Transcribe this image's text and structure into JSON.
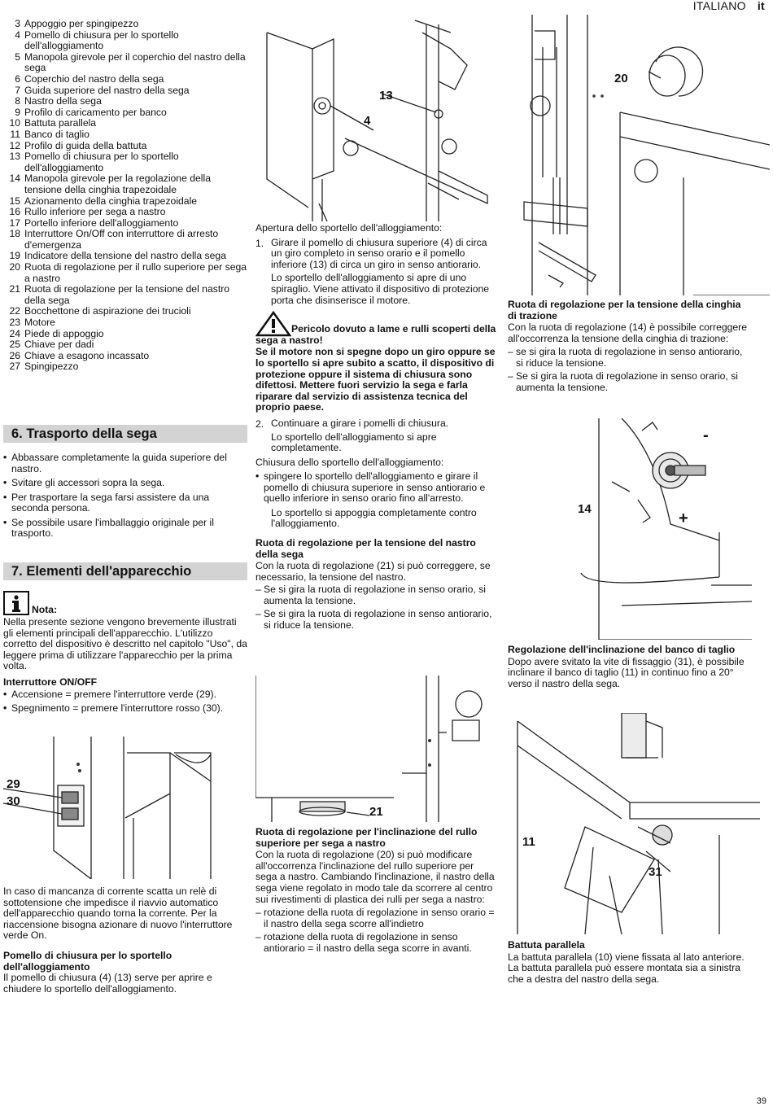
{
  "header": {
    "language": "ITALIANO",
    "code": "it"
  },
  "page_number": "39",
  "parts": [
    {
      "n": "3",
      "t": "Appoggio per spingipezzo"
    },
    {
      "n": "4",
      "t": "Pomello di chiusura per lo sportello dell'alloggiamento"
    },
    {
      "n": "5",
      "t": "Manopola girevole per il coperchio del nastro della sega"
    },
    {
      "n": "6",
      "t": "Coperchio del nastro della sega"
    },
    {
      "n": "7",
      "t": "Guida superiore del nastro della sega"
    },
    {
      "n": "8",
      "t": "Nastro della sega"
    },
    {
      "n": "9",
      "t": "Profilo di caricamento per banco"
    },
    {
      "n": "10",
      "t": "Battuta parallela"
    },
    {
      "n": "11",
      "t": "Banco di taglio"
    },
    {
      "n": "12",
      "t": "Profilo di guida della battuta"
    },
    {
      "n": "13",
      "t": "Pomello di chiusura per lo sportello dell'alloggiamento"
    },
    {
      "n": "14",
      "t": "Manopola girevole per la regolazione della tensione della cinghia trapezoidale"
    },
    {
      "n": "15",
      "t": "Azionamento della cinghia trapezoidale"
    },
    {
      "n": "16",
      "t": "Rullo inferiore per sega a nastro"
    },
    {
      "n": "17",
      "t": "Portello inferiore dell'alloggiamento"
    },
    {
      "n": "18",
      "t": "Interruttore On/Off con interruttore di arresto d'emergenza"
    },
    {
      "n": "19",
      "t": "Indicatore della tensione del nastro della sega"
    },
    {
      "n": "20",
      "t": "Ruota di regolazione per il rullo superiore per sega a nastro"
    },
    {
      "n": "21",
      "t": "Ruota di regolazione per la tensione del nastro della sega"
    },
    {
      "n": "22",
      "t": "Bocchettone di aspirazione dei trucioli"
    },
    {
      "n": "23",
      "t": "Motore"
    },
    {
      "n": "24",
      "t": "Piede di appoggio"
    },
    {
      "n": "25",
      "t": "Chiave per dadi"
    },
    {
      "n": "26",
      "t": "Chiave a esagono incassato"
    },
    {
      "n": "27",
      "t": "Spingipezzo"
    }
  ],
  "sec6": {
    "title": "6.  Trasporto della sega",
    "bullets": [
      "Abbassare completamente la guida superiore del nastro.",
      "Svitare gli accessori sopra la sega.",
      "Per trasportare la sega farsi assistere da una seconda persona.",
      "Se possibile usare l'imballaggio originale per il trasporto."
    ]
  },
  "sec7": {
    "title": "7.  Elementi dell'apparecchio",
    "note_label": "Nota:",
    "note_text": "Nella presente sezione vengono brevemente illustrati gli elementi principali dell'apparecchio. L'utilizzo corretto del dispositivo è descritto nel capitolo \"Uso\", da leggere prima di utilizzare l'apparecchio per la prima volta.",
    "switch_heading": "Interruttore ON/OFF",
    "switch_on": "Accensione = premere l'interruttore verde (29).",
    "switch_off": "Spegnimento = premere l'interruttore rosso (30)."
  },
  "col1_bottom": {
    "power_text": "In caso di mancanza di corrente scatta un relè di sottotensione che impedisce il riavvio automatico dell'apparecchio quando torna la corrente. Per la riaccensione bisogna azionare di nuovo l'interruttore verde On.",
    "knob_heading": "Pomello di chiusura per lo sportello dell'alloggiamento",
    "knob_text": "Il pomello di chiusura (4) (13) serve per aprire e chiudere lo sportello dell'alloggiamento."
  },
  "col2": {
    "open_heading": "Apertura dello sportello dell'alloggiamento:",
    "step1_num": "1.",
    "step1": "Girare il pomello di chiusura superiore (4) di circa un giro completo in senso orario e il pomello inferiore (13) di circa un giro in senso antiorario.",
    "step1_result": "Lo sportello dell'alloggiamento si apre di uno spiraglio. Viene attivato il dispositivo di protezione porta che disinserisce il motore.",
    "warning_title": "Pericolo dovuto a lame e rulli scoperti della sega a nastro!",
    "warning_text": "Se il motore non si spegne dopo un giro oppure se lo sportello si apre subito a scatto, il dispositivo di protezione oppure il sistema di chiusura sono difettosi. Mettere fuori servizio la sega e farla riparare dal servizio di assistenza tecnica del proprio paese.",
    "step2_num": "2.",
    "step2": "Continuare a girare i pomelli di chiusura.",
    "step2_result": "Lo sportello dell'alloggiamento si apre completamente.",
    "close_heading": "Chiusura dello sportello dell'alloggiamento:",
    "close_bullet": "spingere lo sportello dell'alloggiamento e girare il pomello di chiusura superiore in senso antiorario e quello inferiore in senso orario fino all'arresto.",
    "close_result": "Lo sportello si appoggia completamente contro l'alloggiamento.",
    "tension_heading": "Ruota di regolazione per la tensione del nastro della sega",
    "tension_text": "Con la ruota di regolazione (21) si può correggere, se necessario, la tensione del nastro.",
    "tension_d1": "Se si gira la ruota di regolazione in senso orario, si aumenta la tensione.",
    "tension_d2": "Se si gira la ruota di regolazione in senso antiorario, si riduce la tensione.",
    "incline_heading": "Ruota di regolazione per l'inclinazione del rullo superiore per sega a nastro",
    "incline_text": "Con la ruota di regolazione (20) si può modificare all'occorrenza l'inclinazione del rullo superiore per sega a nastro. Cambiando l'inclinazione, il nastro della sega viene regolato in modo tale da scorrere al centro sui rivestimenti di plastica dei rulli per sega a nastro:",
    "incline_d1": "rotazione della ruota di regolazione in senso orario = il nastro della sega scorre all'indietro",
    "incline_d2": "rotazione della ruota di regolazione in senso antiorario = il nastro della sega scorre in avanti."
  },
  "col3": {
    "belt_heading": "Ruota di regolazione per la tensione della cinghia di trazione",
    "belt_text": "Con la ruota di regolazione (14) è possibile correggere all'occorrenza la tensione della cinghia di trazione:",
    "belt_d1": "se si gira la ruota di regolazione in senso antiorario, si riduce la tensione.",
    "belt_d2": "Se si gira la ruota di regolazione in senso orario, si aumenta la tensione.",
    "table_heading": "Regolazione dell'inclinazione del banco di taglio",
    "table_text": "Dopo avere svitato la vite di fissaggio (31), è possibile inclinare il banco di taglio (11) in continuo fino a 20° verso il nastro della sega.",
    "fence_heading": "Battuta parallela",
    "fence_text": "La battuta parallela (10) viene fissata al lato anteriore. La battuta parallela può essere montata sia a sinistra che a destra del nastro della sega."
  },
  "callouts": {
    "c4": "4",
    "c13": "13",
    "c20": "20",
    "c14": "14",
    "c29": "29",
    "c30": "30",
    "c21": "21",
    "c11": "11",
    "c31": "31",
    "minus": "-",
    "plus": "+"
  }
}
